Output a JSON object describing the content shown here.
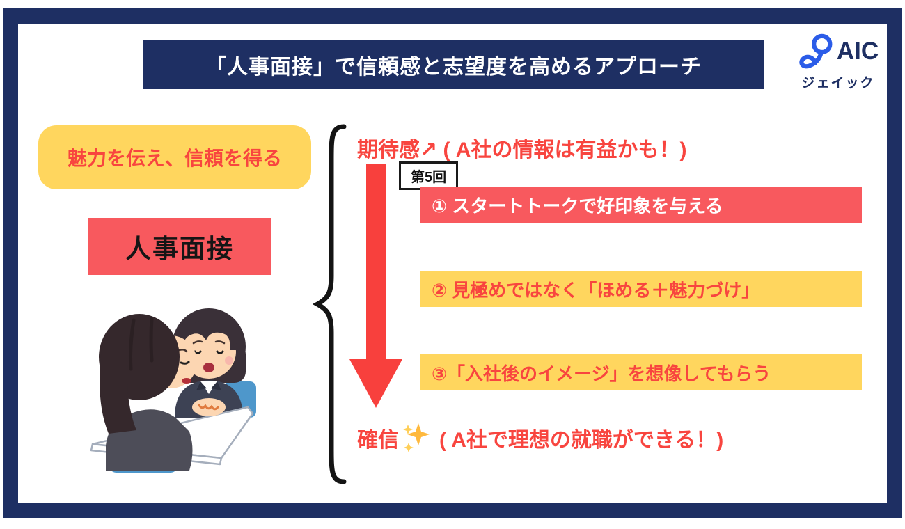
{
  "header": {
    "title": "「人事面接」で信頼感と志望度を高めるアプローチ"
  },
  "logo": {
    "wordmark": "AIC",
    "katakana": "ジェイック",
    "mark_icon": "jaic-swoosh-icon"
  },
  "left_column": {
    "goal": "魅力を伝え、信頼を得る",
    "subject": "人事面接",
    "illustration": "two-person-interview-illustration"
  },
  "flow": {
    "top_state": "期待感↗ ( A社の情報は有益かも！)",
    "round_badge": "第5回",
    "steps": [
      {
        "label": "① スタートトークで好印象を与える",
        "bg": "#f8595e",
        "fg": "#ffffff"
      },
      {
        "label": "② 見極めではなく「ほめる＋魅力づけ」",
        "bg": "#ffd65e",
        "fg": "#f8453f"
      },
      {
        "label": "③「入社後のイメージ」を想像してもらう",
        "bg": "#ffd65e",
        "fg": "#f8453f"
      }
    ],
    "bottom_state_word": "確信",
    "bottom_state_rest": "( A社で理想の就職ができる！)"
  },
  "colors": {
    "frame_navy": "#1e2f63",
    "accent_red": "#f8595e",
    "accent_yellow": "#ffd65e",
    "text_red": "#f8453f",
    "arrow_red": "#f8403d",
    "logo_blue": "#2b5ce8",
    "chair_blue": "#4e97cb"
  }
}
